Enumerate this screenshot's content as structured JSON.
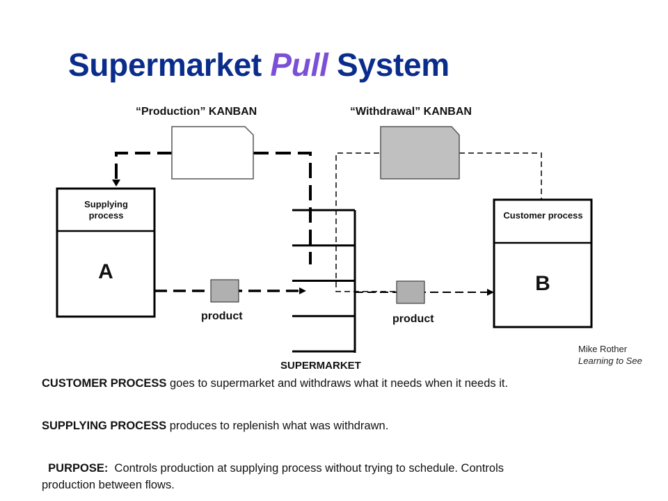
{
  "title": {
    "part1": "Supermarket ",
    "accent": "Pull",
    "part2": " System"
  },
  "colors": {
    "title": "#0a2d8c",
    "accent": "#7b4fd6",
    "kanban_withdrawal_fill": "#c0c0c0",
    "product_fill": "#b0b0b0"
  },
  "diagram": {
    "production_kanban_label": "“Production” KANBAN",
    "withdrawal_kanban_label": "“Withdrawal” KANBAN",
    "supplying_box": {
      "header": "Supplying process",
      "letter": "A"
    },
    "customer_box": {
      "header": "Customer process",
      "letter": "B"
    },
    "product_label_left": "product",
    "product_label_right": "product",
    "supermarket_label": "SUPERMARKET",
    "supermarket_shelves": 5
  },
  "credit": {
    "author": "Mike Rother",
    "book": "Learning to See"
  },
  "body": {
    "customer": {
      "bold": "CUSTOMER PROCESS",
      "text": " goes to supermarket and withdraws what it needs when it needs it."
    },
    "supplying": {
      "bold": "SUPPLYING PROCESS",
      "text": " produces to replenish what was withdrawn."
    },
    "purpose": {
      "bold": "PURPOSE:",
      "text": "  Controls production at supplying process without trying to schedule. Controls production between flows."
    }
  }
}
